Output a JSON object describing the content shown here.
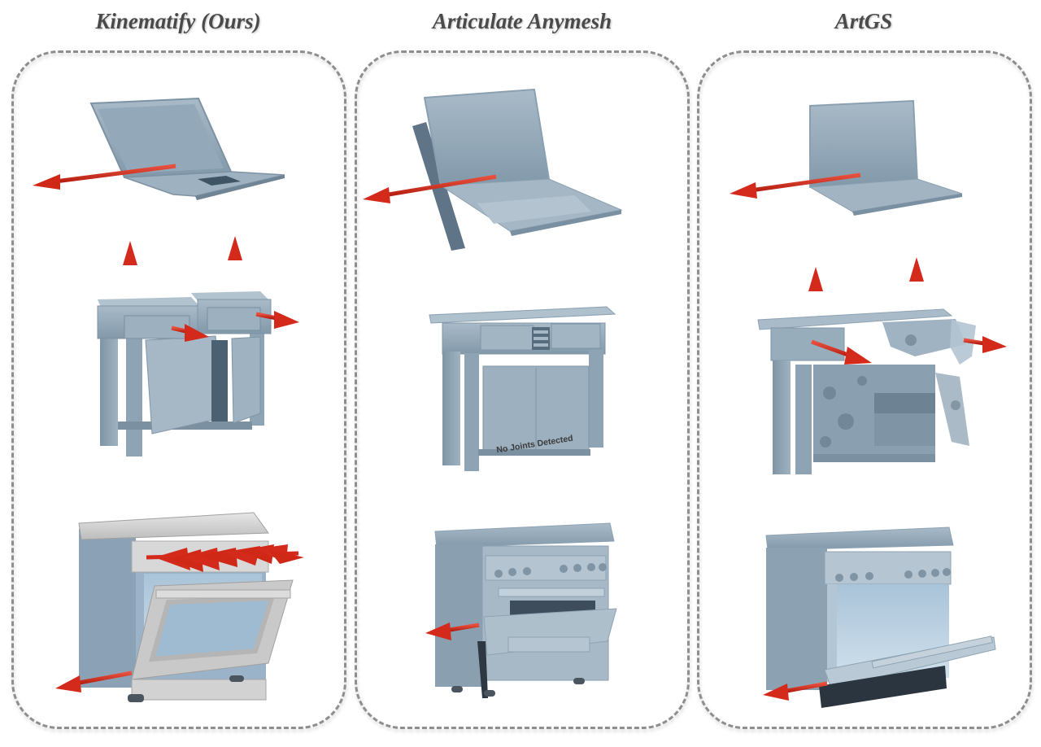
{
  "columns": [
    {
      "title": "Kinematify (Ours)",
      "objects": [
        {
          "name": "laptop",
          "joints": [
            {
              "type": "revolute",
              "axis": "left"
            }
          ]
        },
        {
          "name": "cabinet",
          "joints": [
            {
              "type": "prismatic",
              "axis": "up"
            },
            {
              "type": "prismatic",
              "axis": "up"
            },
            {
              "type": "prismatic",
              "axis": "right"
            },
            {
              "type": "prismatic",
              "axis": "right"
            }
          ]
        },
        {
          "name": "stove",
          "joints": [
            {
              "type": "revolute",
              "axis": "knobs-right",
              "count": 8
            },
            {
              "type": "revolute",
              "axis": "left"
            }
          ]
        }
      ]
    },
    {
      "title": "Articulate Anymesh",
      "objects": [
        {
          "name": "laptop",
          "joints": [
            {
              "type": "revolute",
              "axis": "left"
            }
          ]
        },
        {
          "name": "cabinet",
          "joints": [],
          "annotation": "No Joints Detected"
        },
        {
          "name": "stove",
          "joints": [
            {
              "type": "revolute",
              "axis": "left"
            }
          ]
        }
      ]
    },
    {
      "title": "ArtGS",
      "objects": [
        {
          "name": "laptop",
          "joints": [
            {
              "type": "revolute",
              "axis": "left"
            }
          ]
        },
        {
          "name": "cabinet",
          "joints": [
            {
              "type": "prismatic",
              "axis": "up"
            },
            {
              "type": "prismatic",
              "axis": "up"
            },
            {
              "type": "prismatic",
              "axis": "right"
            },
            {
              "type": "prismatic",
              "axis": "right"
            }
          ]
        },
        {
          "name": "stove",
          "joints": [
            {
              "type": "revolute",
              "axis": "left"
            }
          ]
        }
      ]
    }
  ],
  "annotations": {
    "no_joints": "No Joints Detected"
  },
  "colors": {
    "mesh": "#8fa4b4",
    "mesh_dark": "#6d8394",
    "mesh_light": "#b3c4d1",
    "arrow": "#d42a1c",
    "border": "#8e8e8e",
    "title": "#4a4a4a"
  }
}
